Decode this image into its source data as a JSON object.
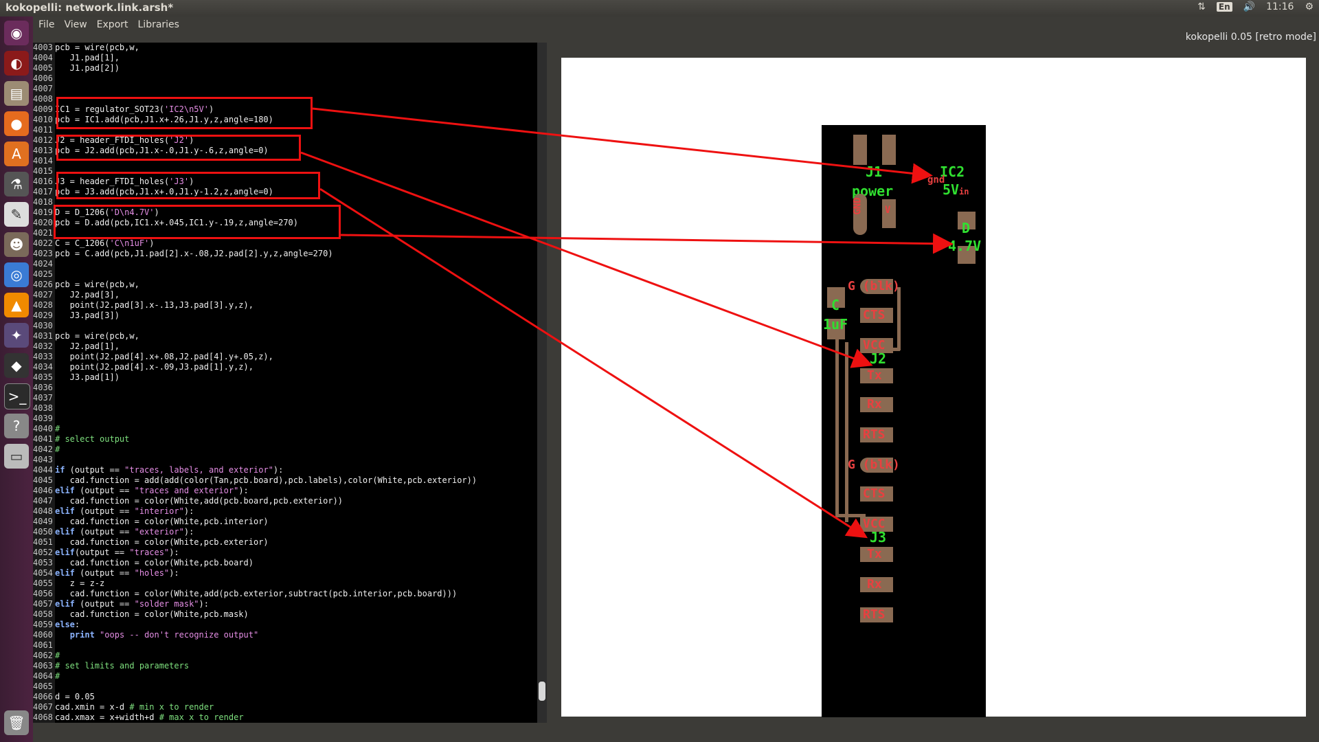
{
  "window": {
    "title": "kokopelli:  network.link.arsh*"
  },
  "tray": {
    "keyboard": "En",
    "clock": "11:16"
  },
  "menu": [
    "File",
    "View",
    "Export",
    "Libraries"
  ],
  "app_info": "kokopelli 0.05 [retro mode]",
  "launcher_icons": [
    "ubuntu-dash-icon",
    "app-red-icon",
    "files-icon",
    "firefox-icon",
    "software-center-icon",
    "lab-flask-icon",
    "text-editor-icon",
    "gimp-icon",
    "chromium-icon",
    "vlc-icon",
    "tools-icon",
    "inkscape-icon",
    "terminal-icon",
    "help-icon",
    "drive-icon",
    "trash-icon"
  ],
  "code": [
    {
      "n": "4003",
      "c": "pcb = wire(pcb,w,"
    },
    {
      "n": "4004",
      "c": "   J1.pad[1],"
    },
    {
      "n": "4005",
      "c": "   J1.pad[2])"
    },
    {
      "n": "4006",
      "c": ""
    },
    {
      "n": "4007",
      "c": ""
    },
    {
      "n": "4008",
      "c": ""
    },
    {
      "n": "4009",
      "c": "IC1 = regulator_SOT23('IC2\\n5V')"
    },
    {
      "n": "4010",
      "c": "pcb = IC1.add(pcb,J1.x+.26,J1.y,z,angle=180)"
    },
    {
      "n": "4011",
      "c": ""
    },
    {
      "n": "4012",
      "c": "J2 = header_FTDI_holes('J2')"
    },
    {
      "n": "4013",
      "c": "pcb = J2.add(pcb,J1.x-.0,J1.y-.6,z,angle=0)"
    },
    {
      "n": "4014",
      "c": ""
    },
    {
      "n": "4015",
      "c": ""
    },
    {
      "n": "4016",
      "c": "J3 = header_FTDI_holes('J3')"
    },
    {
      "n": "4017",
      "c": "pcb = J3.add(pcb,J1.x+.0,J1.y-1.2,z,angle=0)"
    },
    {
      "n": "4018",
      "c": ""
    },
    {
      "n": "4019",
      "c": "D = D_1206('D\\n4.7V')"
    },
    {
      "n": "4020",
      "c": "pcb = D.add(pcb,IC1.x+.045,IC1.y-.19,z,angle=270)"
    },
    {
      "n": "4021",
      "c": ""
    },
    {
      "n": "4022",
      "c": "C = C_1206('C\\n1uF')"
    },
    {
      "n": "4023",
      "c": "pcb = C.add(pcb,J1.pad[2].x-.08,J2.pad[2].y,z,angle=270)"
    },
    {
      "n": "4024",
      "c": ""
    },
    {
      "n": "4025",
      "c": ""
    },
    {
      "n": "4026",
      "c": "pcb = wire(pcb,w,"
    },
    {
      "n": "4027",
      "c": "   J2.pad[3],"
    },
    {
      "n": "4028",
      "c": "   point(J2.pad[3].x-.13,J3.pad[3].y,z),"
    },
    {
      "n": "4029",
      "c": "   J3.pad[3])"
    },
    {
      "n": "4030",
      "c": ""
    },
    {
      "n": "4031",
      "c": "pcb = wire(pcb,w,"
    },
    {
      "n": "4032",
      "c": "   J2.pad[1],"
    },
    {
      "n": "4033",
      "c": "   point(J2.pad[4].x+.08,J2.pad[4].y+.05,z),"
    },
    {
      "n": "4034",
      "c": "   point(J2.pad[4].x-.09,J3.pad[1].y,z),"
    },
    {
      "n": "4035",
      "c": "   J3.pad[1])"
    },
    {
      "n": "4036",
      "c": ""
    },
    {
      "n": "4037",
      "c": ""
    },
    {
      "n": "4038",
      "c": ""
    },
    {
      "n": "4039",
      "c": ""
    },
    {
      "n": "4040",
      "c": "#"
    },
    {
      "n": "4041",
      "c": "# select output"
    },
    {
      "n": "4042",
      "c": "#"
    },
    {
      "n": "4043",
      "c": ""
    },
    {
      "n": "4044",
      "c": "if (output == \"traces, labels, and exterior\"):"
    },
    {
      "n": "4045",
      "c": "   cad.function = add(add(color(Tan,pcb.board),pcb.labels),color(White,pcb.exterior))"
    },
    {
      "n": "4046",
      "c": "elif (output == \"traces and exterior\"):"
    },
    {
      "n": "4047",
      "c": "   cad.function = color(White,add(pcb.board,pcb.exterior))"
    },
    {
      "n": "4048",
      "c": "elif (output == \"interior\"):"
    },
    {
      "n": "4049",
      "c": "   cad.function = color(White,pcb.interior)"
    },
    {
      "n": "4050",
      "c": "elif (output == \"exterior\"):"
    },
    {
      "n": "4051",
      "c": "   cad.function = color(White,pcb.exterior)"
    },
    {
      "n": "4052",
      "c": "elif(output == \"traces\"):"
    },
    {
      "n": "4053",
      "c": "   cad.function = color(White,pcb.board)"
    },
    {
      "n": "4054",
      "c": "elif (output == \"holes\"):"
    },
    {
      "n": "4055",
      "c": "   z = z-z"
    },
    {
      "n": "4056",
      "c": "   cad.function = color(White,add(pcb.exterior,subtract(pcb.interior,pcb.board)))"
    },
    {
      "n": "4057",
      "c": "elif (output == \"solder mask\"):"
    },
    {
      "n": "4058",
      "c": "   cad.function = color(White,pcb.mask)"
    },
    {
      "n": "4059",
      "c": "else:"
    },
    {
      "n": "4060",
      "c": "   print \"oops -- don't recognize output\""
    },
    {
      "n": "4061",
      "c": ""
    },
    {
      "n": "4062",
      "c": "#"
    },
    {
      "n": "4063",
      "c": "# set limits and parameters"
    },
    {
      "n": "4064",
      "c": "#"
    },
    {
      "n": "4065",
      "c": ""
    },
    {
      "n": "4066",
      "c": "d = 0.05"
    },
    {
      "n": "4067",
      "c": "cad.xmin = x-d # min x to render"
    },
    {
      "n": "4068",
      "c": "cad.xmax = x+width+d # max x to render"
    }
  ],
  "pcb_labels": {
    "j1": "J1",
    "power": "power",
    "gnd": "GND",
    "v": "V",
    "ic2": "IC2",
    "ic_gnd": "gnd",
    "ic_5v": "5V",
    "ic_in": "in",
    "d": "D",
    "d_val": "4.7V",
    "c": "C",
    "c_val": "1uF",
    "j2": "J2",
    "j3": "J3",
    "g_blk": "G (blk)",
    "cts": "CTS",
    "vcc": "VCC",
    "tx": "Tx",
    "rx": "Rx",
    "rts": "RTS"
  },
  "colors": {
    "annotation": "#ee1111",
    "pad": "#8a6a52",
    "pad_label": "#e84040",
    "part_label": "#30e030"
  }
}
